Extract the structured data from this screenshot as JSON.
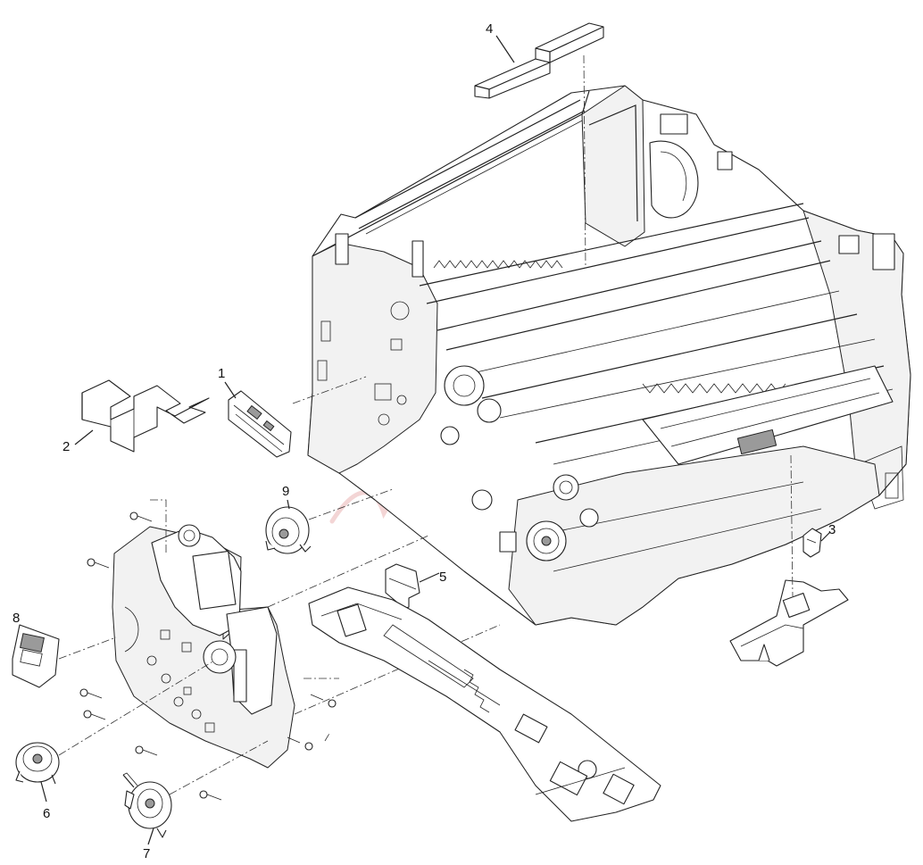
{
  "diagram": {
    "callouts": [
      {
        "id": "1",
        "label": "1"
      },
      {
        "id": "2",
        "label": "2"
      },
      {
        "id": "3",
        "label": "3"
      },
      {
        "id": "4",
        "label": "4"
      },
      {
        "id": "5",
        "label": "5"
      },
      {
        "id": "6",
        "label": "6"
      },
      {
        "id": "7",
        "label": "7"
      },
      {
        "id": "8",
        "label": "8"
      },
      {
        "id": "9",
        "label": "9"
      }
    ],
    "colors": {
      "line": "#222222",
      "watermark_blue": "#a9c4e6",
      "watermark_orange": "#f2c79a",
      "watermark_red": "#e9b3b3"
    },
    "watermark": {
      "icon": "watermark-logo"
    }
  }
}
